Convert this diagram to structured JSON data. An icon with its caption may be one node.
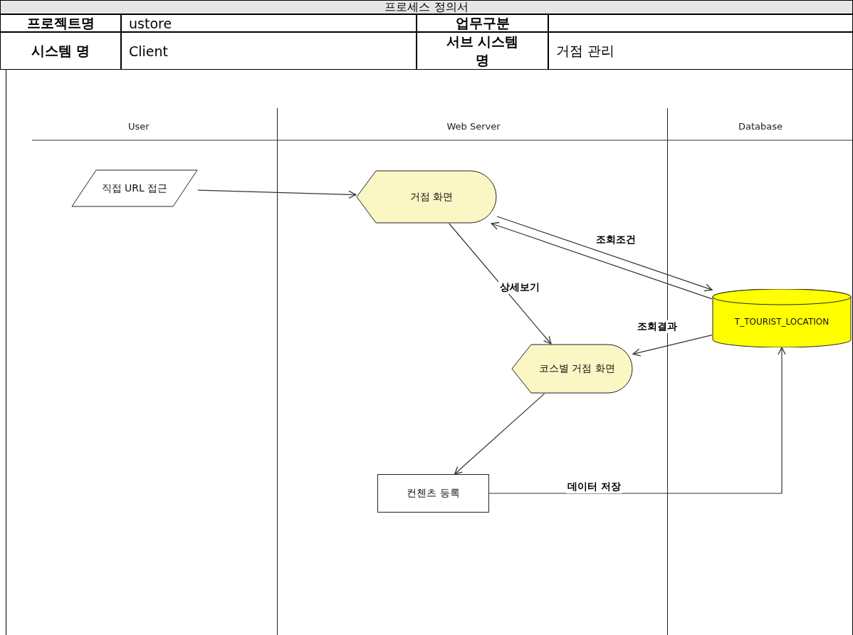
{
  "diagram": {
    "title": "프로세스 정의서",
    "nodes": [
      {
        "text": [
          "User"
        ]
      },
      {
        "text": [
          "Web Server"
        ]
      },
      {
        "text": [
          "Database"
        ]
      },
      {
        "text": [
          "직접 URL 접근"
        ],
        "in": 0
      },
      {
        "text": [
          "거점 화면"
        ],
        "in": 1
      },
      {
        "text": [
          "코스별 거점 화면"
        ],
        "in": 1
      },
      {
        "text": [
          "컨첸츠 등록"
        ],
        "in": 1
      },
      {
        "text": [
          "T_TOURIST_LOCATION"
        ],
        "in": 2
      }
    ],
    "edges": [
      {
        "from": 3,
        "to": 4,
        "arrow": "to"
      },
      {
        "from": 4,
        "to": 7,
        "arrow": "to",
        "label": "조회조건"
      },
      {
        "from": 7,
        "to": 4,
        "arrow": "to"
      },
      {
        "from": 4,
        "to": 5,
        "arrow": "to",
        "label": "상세보기"
      },
      {
        "from": 7,
        "to": 5,
        "arrow": "to",
        "label": "조회결과"
      },
      {
        "from": 5,
        "to": 6,
        "arrow": "to"
      },
      {
        "from": 6,
        "to": 7,
        "arrow": "to",
        "label": "데이터 저장"
      }
    ],
    "labels": [
      "프로젝트명",
      "ustore",
      "업무구분",
      "시스템 명",
      "Client",
      "서브 시스템 명",
      "거점 관리"
    ]
  }
}
